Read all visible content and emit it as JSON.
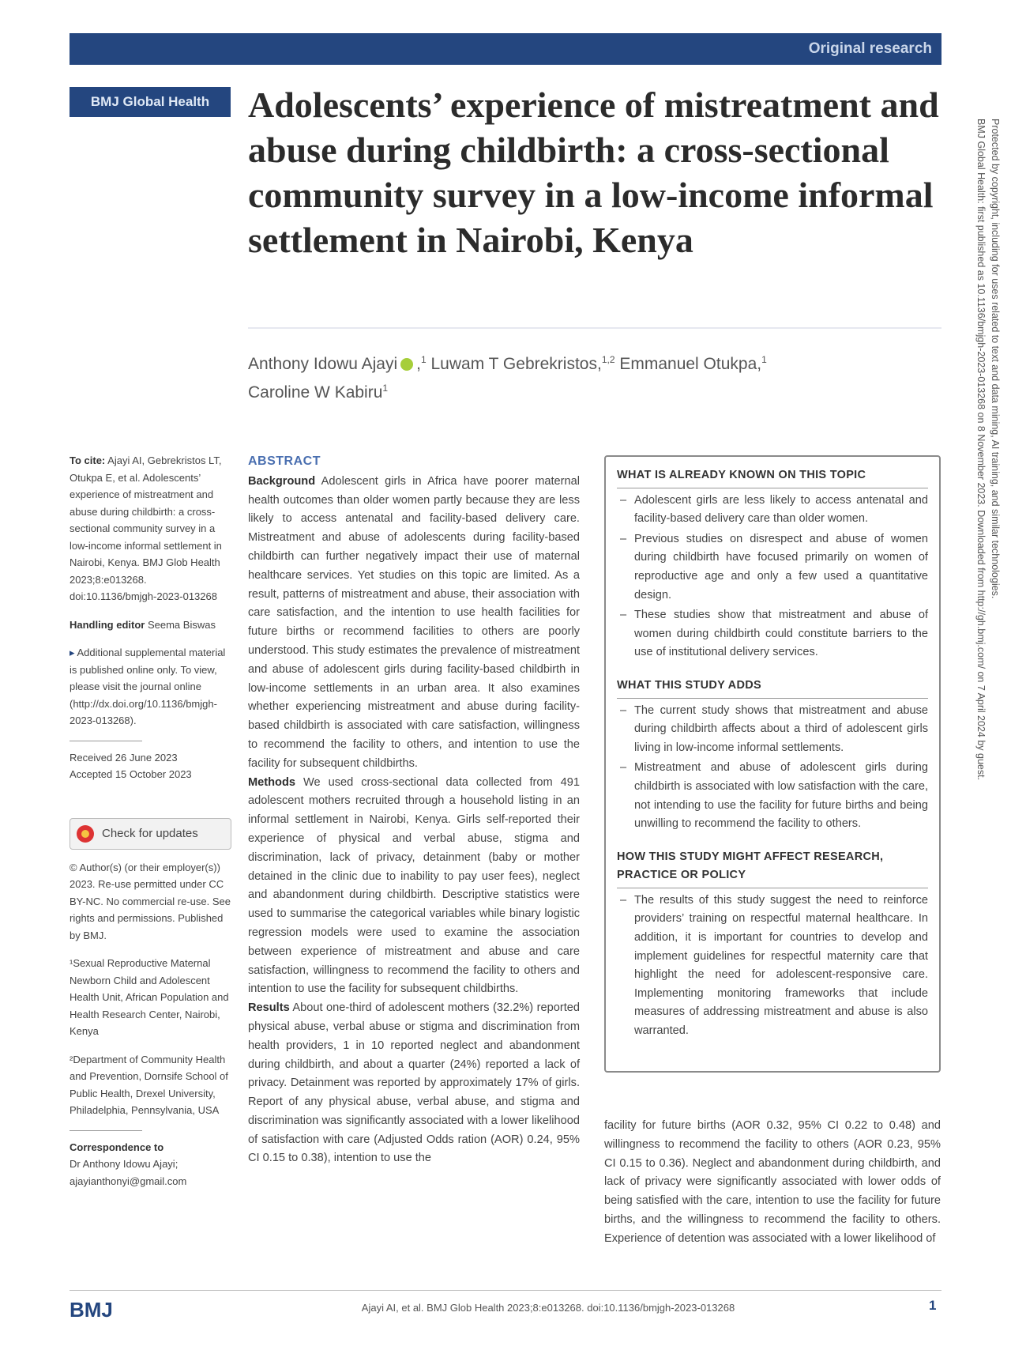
{
  "header": {
    "section_label": "Original research",
    "journal_badge": "BMJ Global Health"
  },
  "title": "Adolescents’ experience of mistreatment and abuse during childbirth: a cross-sectional community survey in a low-income informal settlement in Nairobi, Kenya",
  "authors": {
    "a1": "Anthony Idowu Ajayi",
    "a1_sup": "1",
    "a2": "Luwam T Gebrekristos,",
    "a2_sup": "1,2",
    "a3": "Emmanuel Otukpa,",
    "a3_sup": "1",
    "a4": "Caroline W Kabiru",
    "a4_sup": "1"
  },
  "side_text": "BMJ Global Health: first published as 10.1136/bmjgh-2023-013268 on 8 November 2023. Downloaded from http://gh.bmj.com/ on 7 April 2024 by guest. Protected by copyright, including for uses related to text and data mining, AI training, and similar technologies.",
  "left_column": {
    "cite_label": "To cite:",
    "cite_text": "Ajayi AI, Gebrekristos LT, Otukpa E, et al. Adolescents’ experience of mistreatment and abuse during childbirth: a cross-sectional community survey in a low-income informal settlement in Nairobi, Kenya. BMJ Glob Health 2023;8:e013268. doi:10.1136/bmjgh-2023-013268",
    "handling_label": "Handling editor",
    "handling_name": "Seema Biswas",
    "supplemental": "Additional supplemental material is published online only. To view, please visit the journal online (http://dx.doi.org/10.1136/bmjgh-2023-013268).",
    "received": "Received 26 June 2023",
    "accepted": "Accepted 15 October 2023",
    "check_updates": "Check for updates",
    "copyright": "© Author(s) (or their employer(s)) 2023. Re-use permitted under CC BY-NC. No commercial re-use. See rights and permissions. Published by BMJ.",
    "affil1": "¹Sexual Reproductive Maternal Newborn Child and Adolescent Health Unit, African Population and Health Research Center, Nairobi, Kenya",
    "affil2": "²Department of Community Health and Prevention, Dornsife School of Public Health, Drexel University, Philadelphia, Pennsylvania, USA",
    "correspondence_label": "Correspondence to",
    "correspondence_text": "Dr Anthony Idowu Ajayi; ajayianthonyi@gmail.com"
  },
  "abstract": {
    "heading": "ABSTRACT",
    "background_label": "Background",
    "background_text": "Adolescent girls in Africa have poorer maternal health outcomes than older women partly because they are less likely to access antenatal and facility-based delivery care. Mistreatment and abuse of adolescents during facility-based childbirth can further negatively impact their use of maternal healthcare services. Yet studies on this topic are limited. As a result, patterns of mistreatment and abuse, their association with care satisfaction, and the intention to use health facilities for future births or recommend facilities to others are poorly understood. This study estimates the prevalence of mistreatment and abuse of adolescent girls during facility-based childbirth in low-income settlements in an urban area. It also examines whether experiencing mistreatment and abuse during facility-based childbirth is associated with care satisfaction, willingness to recommend the facility to others, and intention to use the facility for subsequent childbirths.",
    "methods_label": "Methods",
    "methods_text": "We used cross-sectional data collected from 491 adolescent mothers recruited through a household listing in an informal settlement in Nairobi, Kenya. Girls self-reported their experience of physical and verbal abuse, stigma and discrimination, lack of privacy, detainment (baby or mother detained in the clinic due to inability to pay user fees), neglect and abandonment during childbirth. Descriptive statistics were used to summarise the categorical variables while binary logistic regression models were used to examine the association between experience of mistreatment and abuse and care satisfaction, willingness to recommend the facility to others and intention to use the facility for subsequent childbirths.",
    "results_label": "Results",
    "results_text": "About one-third of adolescent mothers (32.2%) reported physical abuse, verbal abuse or stigma and discrimination from health providers, 1 in 10 reported neglect and abandonment during childbirth, and about a quarter (24%) reported a lack of privacy. Detainment was reported by approximately 17% of girls. Report of any physical abuse, verbal abuse, and stigma and discrimination was significantly associated with a lower likelihood of satisfaction with care (Adjusted Odds ration (AOR) 0.24, 95% CI 0.15 to 0.38), intention to use the"
  },
  "key_messages": {
    "known_heading": "WHAT IS ALREADY KNOWN ON THIS TOPIC",
    "known": [
      "Adolescent girls are less likely to access antenatal and facility-based delivery care than older women.",
      "Previous studies on disrespect and abuse of women during childbirth have focused primarily on women of reproductive age and only a few used a quantitative design.",
      "These studies show that mistreatment and abuse of women during childbirth could constitute barriers to the use of institutional delivery services."
    ],
    "adds_heading": "WHAT THIS STUDY ADDS",
    "adds": [
      "The current study shows that mistreatment and abuse during childbirth affects about a third of adolescent girls living in low-income informal settlements.",
      "Mistreatment and abuse of adolescent girls during childbirth is associated with low satisfaction with the care, not intending to use the facility for future births and being unwilling to recommend the facility to others."
    ],
    "impact_heading": "HOW THIS STUDY MIGHT AFFECT RESEARCH, PRACTICE OR POLICY",
    "impact": [
      "The results of this study suggest the need to reinforce providers’ training on respectful maternal healthcare. In addition, it is important for countries to develop and implement guidelines for respectful maternity care that highlight the need for adolescent-responsive care. Implementing monitoring frameworks that include measures of addressing mistreatment and abuse is also warranted."
    ]
  },
  "continuation": "facility for future births (AOR 0.32, 95% CI 0.22 to 0.48) and willingness to recommend the facility to others (AOR 0.23, 95% CI 0.15 to 0.36). Neglect and abandonment during childbirth, and lack of privacy were significantly associated with lower odds of being satisfied with the care, intention to use the facility for future births, and the willingness to recommend the facility to others. Experience of detention was associated with a lower likelihood of",
  "footer": {
    "logo": "BMJ",
    "citation": "Ajayi AI, et al. BMJ Glob Health 2023;8:e013268. doi:10.1136/bmjgh-2023-013268",
    "page": "1"
  }
}
